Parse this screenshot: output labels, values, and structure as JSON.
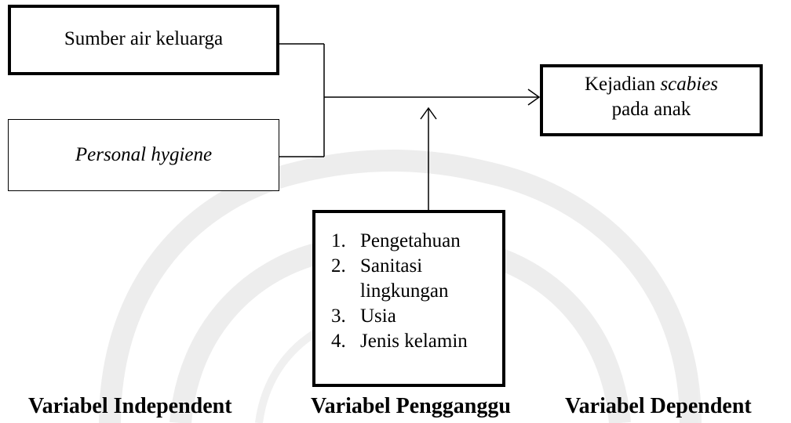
{
  "boxes": {
    "sumber_air": "Sumber air keluarga",
    "personal_hygiene": "Personal hygiene",
    "kejadian": {
      "text_1": "Kejadian ",
      "text_italic": "scabies",
      "text_2": "pada anak"
    },
    "pengganggu_items": [
      {
        "num": "1.",
        "label": "Pengetahuan"
      },
      {
        "num": "2.",
        "label": "Sanitasi lingkungan"
      },
      {
        "num": "3.",
        "label": "Usia"
      },
      {
        "num": "4.",
        "label": "Jenis kelamin"
      }
    ]
  },
  "labels": {
    "independent": "Variabel Independent",
    "pengganggu": "Variabel Pengganggu",
    "dependent": "Variabel Dependent"
  }
}
